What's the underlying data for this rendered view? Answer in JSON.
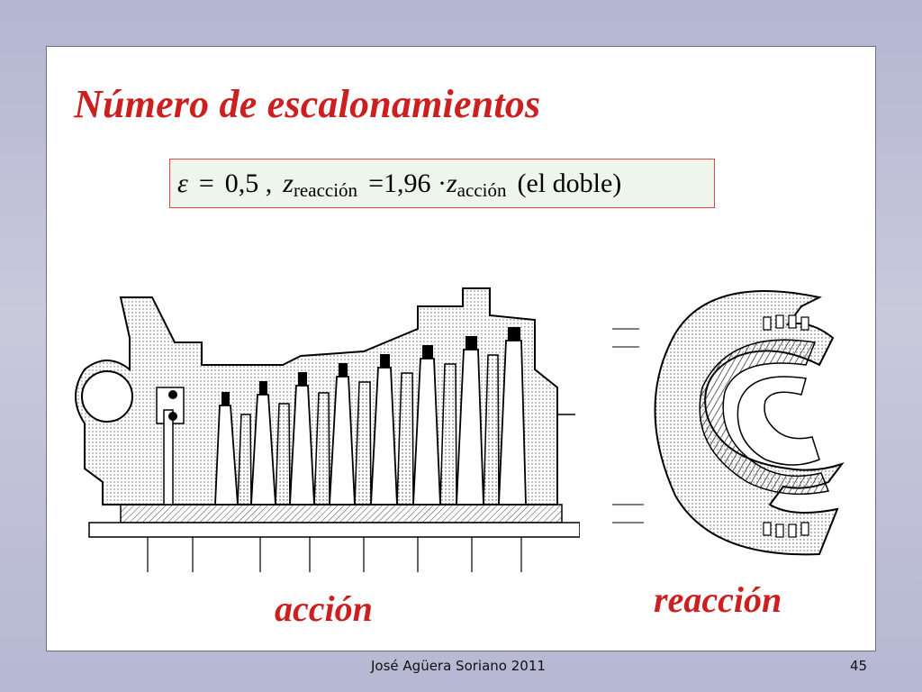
{
  "slide": {
    "title": "Número de escalonamientos",
    "formula": {
      "epsilon": "ε",
      "equals_1": "=",
      "eps_value": "0,5 ,",
      "z_left": "z",
      "sub_left": "reacción",
      "equals_2": "=",
      "factor": "1,96 ·",
      "z_right": "z",
      "sub_right": "acción",
      "note": "(el doble)"
    },
    "figures": [
      {
        "label": "acción"
      },
      {
        "label": "reacción"
      }
    ]
  },
  "footer": {
    "author": "José Agüera Soriano 2011",
    "page": "45"
  },
  "colors": {
    "accent": "#cc1f1f",
    "formula_bg": "#eef5ea",
    "background": "#b4b6d2"
  }
}
